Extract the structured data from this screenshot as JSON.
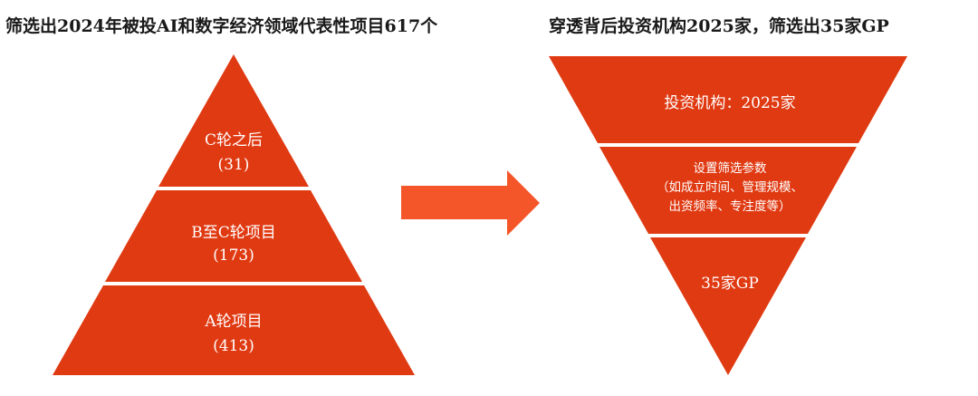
{
  "left_title": "筛选出2024年被投AI和数字经济领域代表性项目617个",
  "right_title": "穿透背后投资机构2025家，筛选出35家GP",
  "pyramid": [
    {
      "label": "C轮之后",
      "count": "(31)"
    },
    {
      "label": "B至C轮项目",
      "count": "(173)"
    },
    {
      "label": "A轮项目",
      "count": "(413)"
    }
  ],
  "funnel": [
    {
      "lines": [
        "投资机构：2025家"
      ]
    },
    {
      "lines": [
        "设置筛选参数",
        "（如成立时间、管理规模、",
        "出资频率、专注度等）"
      ]
    },
    {
      "lines": [
        "35家GP"
      ]
    }
  ],
  "colors": {
    "segment": "#e03a12",
    "arrow": "#f4562a",
    "divider": "#ffffff"
  },
  "icons": {
    "arrow": "right-arrow-icon"
  }
}
